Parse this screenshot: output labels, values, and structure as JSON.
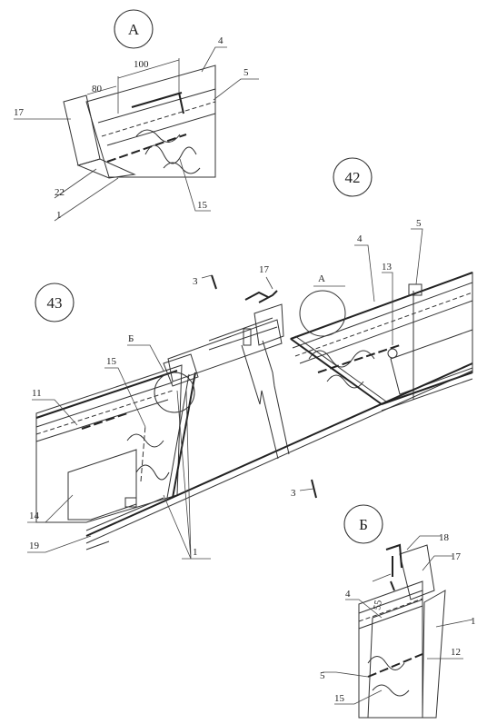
{
  "detail_a": {
    "marker": "А",
    "dim_80": "80",
    "dim_100": "100",
    "n4": "4",
    "n5": "5",
    "n17": "17",
    "n22": "22",
    "n1": "1",
    "n15": "15"
  },
  "fig42": "42",
  "fig43": "43",
  "main": {
    "n17": "17",
    "nA": "А",
    "n4": "4",
    "n13": "13",
    "n5": "5",
    "n15": "15",
    "nB": "Б",
    "n11": "11",
    "n14": "14",
    "n19": "19",
    "n1": "1"
  },
  "section_mark": {
    "upper": "3",
    "lower": "3"
  },
  "detail_b": {
    "marker": "Б",
    "n18": "18",
    "n17": "17",
    "dim_55": "55",
    "n4": "4",
    "n1": "1",
    "n12": "12",
    "n5": "5",
    "n15": "15"
  }
}
